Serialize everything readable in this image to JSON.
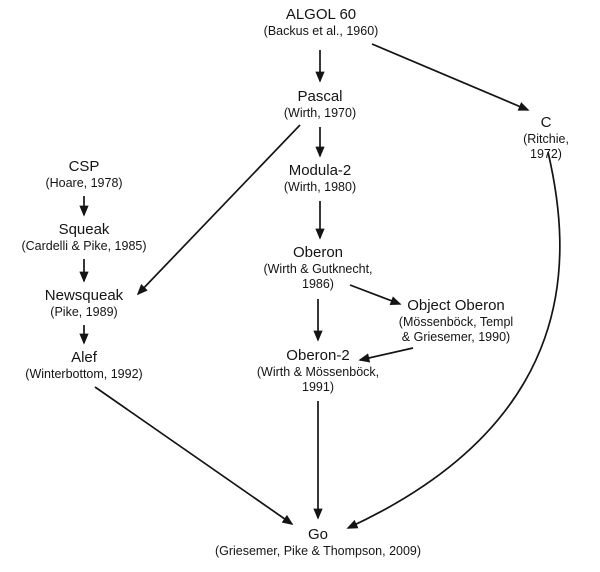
{
  "diagram": {
    "description": "Genealogy of the Go programming language",
    "background_color": "#ffffff",
    "ink_color": "#141414",
    "nodes": {
      "algol60": {
        "name": "ALGOL 60",
        "citation": "(Backus et al., 1960)"
      },
      "pascal": {
        "name": "Pascal",
        "citation": "(Wirth, 1970)"
      },
      "c": {
        "name": "C",
        "citation": "(Ritchie, 1972)"
      },
      "csp": {
        "name": "CSP",
        "citation": "(Hoare, 1978)"
      },
      "modula2": {
        "name": "Modula-2",
        "citation": "(Wirth, 1980)"
      },
      "squeak": {
        "name": "Squeak",
        "citation": "(Cardelli & Pike, 1985)"
      },
      "oberon": {
        "name": "Oberon",
        "citation": "(Wirth & Gutknecht,\n1986)"
      },
      "newsqueak": {
        "name": "Newsqueak",
        "citation": "(Pike, 1989)"
      },
      "object_oberon": {
        "name": "Object Oberon",
        "citation": "(Mössenböck, Templ\n& Griesemer, 1990)"
      },
      "alef": {
        "name": "Alef",
        "citation": "(Winterbottom, 1992)"
      },
      "oberon2": {
        "name": "Oberon-2",
        "citation": "(Wirth & Mössenböck,\n1991)"
      },
      "go": {
        "name": "Go",
        "citation": "(Griesemer, Pike & Thompson, 2009)"
      }
    },
    "edges": [
      {
        "from": "ALGOL 60",
        "to": "Pascal"
      },
      {
        "from": "ALGOL 60",
        "to": "C"
      },
      {
        "from": "Pascal",
        "to": "Modula-2"
      },
      {
        "from": "Pascal",
        "to": "Newsqueak"
      },
      {
        "from": "CSP",
        "to": "Squeak"
      },
      {
        "from": "Squeak",
        "to": "Newsqueak"
      },
      {
        "from": "Newsqueak",
        "to": "Alef"
      },
      {
        "from": "Modula-2",
        "to": "Oberon"
      },
      {
        "from": "Oberon",
        "to": "Object Oberon"
      },
      {
        "from": "Oberon",
        "to": "Oberon-2"
      },
      {
        "from": "Object Oberon",
        "to": "Oberon-2"
      },
      {
        "from": "Oberon-2",
        "to": "Go"
      },
      {
        "from": "Alef",
        "to": "Go"
      },
      {
        "from": "C",
        "to": "Go"
      }
    ]
  }
}
